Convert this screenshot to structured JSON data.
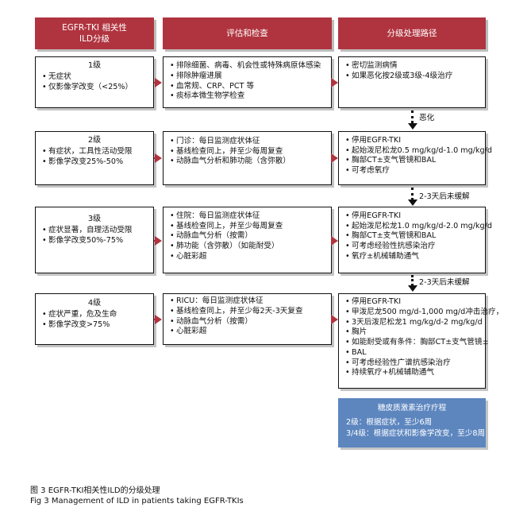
{
  "headers": {
    "col1_line1": "EGFR-TKI 相关性",
    "col1_line2": "ILD分级",
    "col2": "评估和检查",
    "col3": "分级处理路径"
  },
  "grades": [
    {
      "title": "1级",
      "items": [
        "无症状",
        "仅影像学改变（<25%）"
      ]
    },
    {
      "title": "2级",
      "items": [
        "有症状，工具性活动受限",
        "影像学改变25%-50%"
      ]
    },
    {
      "title": "3级",
      "items": [
        "症状显著，自理活动受限",
        "影像学改变50%-75%"
      ]
    },
    {
      "title": "4级",
      "items": [
        "症状严重，危及生命",
        "影像学改变>75%"
      ]
    }
  ],
  "assessments": [
    [
      "排除细菌、病毒、机会性或特殊病原体感染",
      "排除肿瘤进展",
      "血常规、CRP、PCT 等",
      "痰标本微生物学检查"
    ],
    [
      "门诊：每日监测症状体征",
      "基线检查同上，并至少每周复查",
      "动脉血气分析和肺功能（含弥散）"
    ],
    [
      "住院：每日监测症状体征",
      "基线检查同上，并至少每周复查",
      "动脉血气分析（按需）",
      "肺功能（含弥散）（如能耐受）",
      "心脏彩超"
    ],
    [
      "RICU：每日监测症状体征",
      "基线检查同上，并至少每2天-3天复查",
      "动脉血气分析（按需）",
      "心脏彩超"
    ]
  ],
  "treatments": [
    [
      "密切监测病情",
      "如果恶化按2级或3级-4级治疗"
    ],
    [
      "停用EGFR-TKI",
      "起始泼尼松龙0.5 mg/kg/d-1.0 mg/kg/d",
      "胸部CT±支气管镜和BAL",
      "可考虑氧疗"
    ],
    [
      "停用EGFR-TKI",
      "起始泼尼松龙1.0 mg/kg/d-2.0 mg/kg/d",
      "胸部CT±支气管镜和BAL",
      "可考虑经验性抗感染治疗",
      "氧疗±机械辅助通气"
    ],
    [
      "停用EGFR-TKI",
      "甲泼尼龙500 mg/d-1,000 mg/d冲击治疗，",
      "3天后泼尼松龙1 mg/kg/d-2 mg/kg/d",
      "胸片",
      "如能耐受或有条件：胸部CT±支气管镜±",
      "BAL",
      "可考虑经验性广谱抗感染治疗",
      "持续氧疗+机械辅助通气"
    ]
  ],
  "transitions": [
    "恶化",
    "2-3天后未缓解",
    "2-3天后未缓解"
  ],
  "glucocorticoid": {
    "title": "糖皮质激素治疗疗程",
    "line1": "2级：根据症状，至少6周",
    "line2": "3/4级：根据症状和影像学改变，至少8周"
  },
  "caption": {
    "zh": "图 3  EGFR-TKI相关性ILD的分级处理",
    "en": "Fig 3  Management of ILD in patients taking EGFR-TKIs"
  },
  "colors": {
    "header": "#b0343f",
    "arrow": "#b0343f",
    "glucocorticoid_box": "#5d86bf"
  }
}
